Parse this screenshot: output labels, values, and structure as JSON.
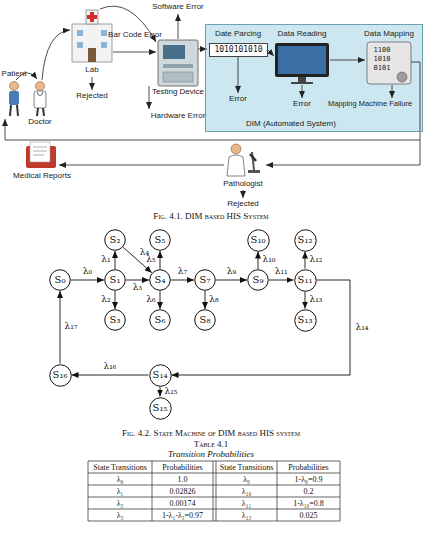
{
  "diagram": {
    "nodes": [
      {
        "text": [
          "DIM (Automated System)"
        ]
      },
      {
        "text": [
          "1010101010"
        ],
        "in": 0
      },
      {
        "text": [
          "S₀"
        ]
      },
      {
        "text": [
          "S₁"
        ]
      },
      {
        "text": [
          "S₂"
        ]
      },
      {
        "text": [
          "S₃"
        ]
      },
      {
        "text": [
          "S₄"
        ]
      },
      {
        "text": [
          "S₅"
        ]
      },
      {
        "text": [
          "S₆"
        ]
      },
      {
        "text": [
          "S₇"
        ]
      },
      {
        "text": [
          "S₈"
        ]
      },
      {
        "text": [
          "S₉"
        ]
      },
      {
        "text": [
          "S₁₀"
        ]
      },
      {
        "text": [
          "S₁₁"
        ]
      },
      {
        "text": [
          "S₁₂"
        ]
      },
      {
        "text": [
          "S₁₃"
        ]
      },
      {
        "text": [
          "S₁₄"
        ]
      },
      {
        "text": [
          "S₁₅"
        ]
      },
      {
        "text": [
          "S₁₆"
        ]
      }
    ],
    "edges": [
      {
        "from": 2,
        "to": 3,
        "label": "λ₀",
        "arrow": "to"
      },
      {
        "from": 3,
        "to": 4,
        "label": "λ₁",
        "arrow": "to"
      },
      {
        "from": 3,
        "to": 5,
        "label": "λ₂",
        "arrow": "to"
      },
      {
        "from": 3,
        "to": 6,
        "label": "λ₃",
        "arrow": "to"
      },
      {
        "from": 4,
        "to": 6,
        "label": "λ₄",
        "arrow": "to"
      },
      {
        "from": 6,
        "to": 7,
        "label": "λ₅",
        "arrow": "to"
      },
      {
        "from": 6,
        "to": 8,
        "label": "λ₆",
        "arrow": "to"
      },
      {
        "from": 6,
        "to": 9,
        "label": "λ₇",
        "arrow": "to"
      },
      {
        "from": 9,
        "to": 10,
        "label": "λ₈",
        "arrow": "to"
      },
      {
        "from": 9,
        "to": 11,
        "label": "λ₉",
        "arrow": "to"
      },
      {
        "from": 11,
        "to": 12,
        "label": "λ₁₀",
        "arrow": "to"
      },
      {
        "from": 11,
        "to": 13,
        "label": "λ₁₁",
        "arrow": "to"
      },
      {
        "from": 13,
        "to": 14,
        "label": "λ₁₂",
        "arrow": "to"
      },
      {
        "from": 13,
        "to": 15,
        "label": "λ₁₃",
        "arrow": "to"
      },
      {
        "from": 13,
        "to": 16,
        "label": "λ₁₄",
        "arrow": "to"
      },
      {
        "from": 16,
        "to": 17,
        "label": "λ₁₅",
        "arrow": "to"
      },
      {
        "from": 16,
        "to": 18,
        "label": "λ₁₆",
        "arrow": "to"
      },
      {
        "from": 18,
        "to": 2,
        "label": "λ₁₇",
        "arrow": "to"
      }
    ],
    "labels": [
      "Software Error",
      "Patient",
      "Doctor",
      "Bar Code Error",
      "Lab",
      "Testing Device",
      "Hardware Error",
      "Rejected",
      "Date Parcing",
      "Data Reading",
      "Data Mapping",
      "1100",
      "1010",
      "0101",
      "Error",
      "Error",
      "Mapping Machine Failure",
      "Medical Reports",
      "Pathologist",
      "Rejected",
      "Fig. 4.1. DIM based HIS System",
      "Fig. 4.2. State Machine of DIM based HIS system",
      "Table 4.1",
      "Transition Probabilities",
      "State Transitions",
      "Probabilities",
      "State Transitions",
      "Probabilities",
      "λ₀",
      "1.0",
      "λ₉",
      "1-λ₈=0.9",
      "λ₁",
      "0.02826",
      "λ₁₀",
      "0.2",
      "λ₂",
      "0.00174",
      "λ₁₁",
      "1-λ₁₀=0.8",
      "λ₃",
      "1-λ₁-λ₂=0.97",
      "λ₁₂",
      "0.025"
    ]
  }
}
